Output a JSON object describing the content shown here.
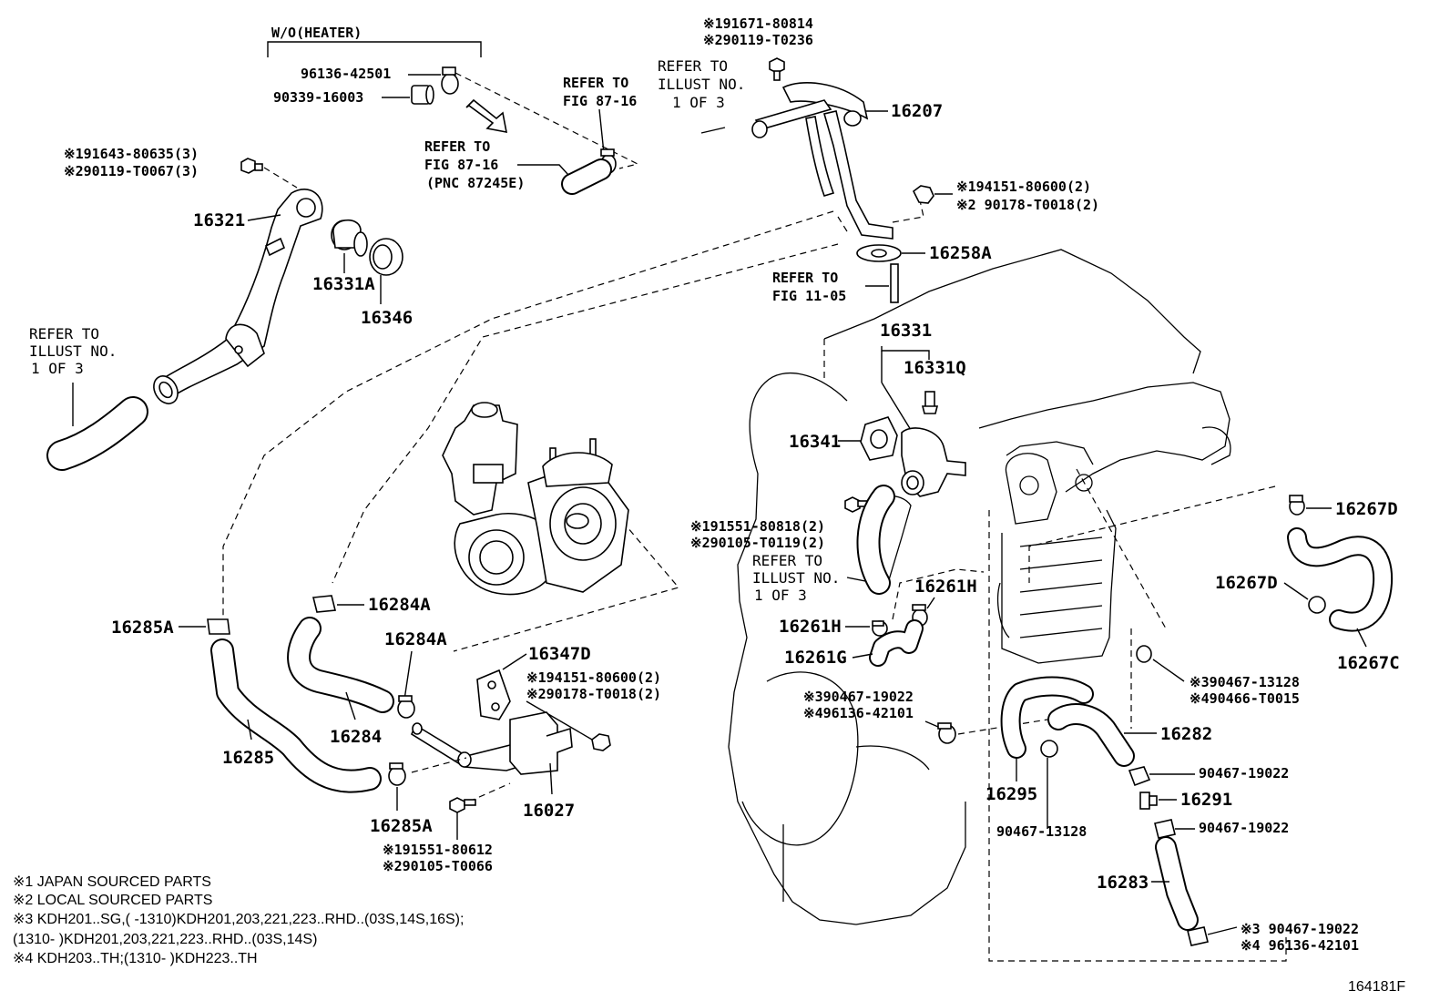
{
  "labels": {
    "wo_heater": "W/O(HEATER)",
    "p96136_42501": "96136-42501",
    "p90339_16003": "90339-16003",
    "refer_fig8716_a_line1": "REFER TO",
    "refer_fig8716_a_line2": "FIG 87-16",
    "refer_illust_top_line1": "REFER TO",
    "refer_illust_top_line2": "ILLUST NO.",
    "refer_illust_top_line3": "1 OF 3",
    "refer_fig8716_b_line1": "REFER TO",
    "refer_fig8716_b_line2": "FIG 87-16",
    "refer_fig8716_b_line3": "(PNC 87245E)",
    "c1_191671": "※191671-80814",
    "c2_290119_t0236": "※290119-T0236",
    "p16207": "16207",
    "c1_191643": "※191643-80635(3)",
    "c2_290119_t0067": "※290119-T0067(3)",
    "p16321": "16321",
    "p16331a": "16331A",
    "p16346": "16346",
    "c1_194151_top": "※194151-80600(2)",
    "c2_290178_top": "※2 90178-T0018(2)",
    "p16258a": "16258A",
    "refer_fig1105_line1": "REFER TO",
    "refer_fig1105_line2": "FIG 11-05",
    "refer_illust_left_line1": "REFER TO",
    "refer_illust_left_line2": "ILLUST NO.",
    "refer_illust_left_line3": "1 OF 3",
    "p16331": "16331",
    "p16331q": "16331Q",
    "p16341": "16341",
    "c1_191551_80818": "※191551-80818(2)",
    "c2_290105_t0119": "※290105-T0119(2)",
    "refer_illust_mid_line1": "REFER TO",
    "refer_illust_mid_line2": "ILLUST NO.",
    "refer_illust_mid_line3": "1 OF 3",
    "p16267d_a": "16267D",
    "p16267d_b": "16267D",
    "p16267c": "16267C",
    "p16261h_a": "16261H",
    "p16261h_b": "16261H",
    "p16261g": "16261G",
    "p16285a_a": "16285A",
    "p16284a_a": "16284A",
    "p16284a_b": "16284A",
    "p16347d": "16347D",
    "c1_194151_mid": "※194151-80600(2)",
    "c2_290178_mid": "※290178-T0018(2)",
    "p16285": "16285",
    "p16284": "16284",
    "p16027": "16027",
    "p16285a_b": "16285A",
    "c1_191551_80612": "※191551-80612",
    "c2_290105_t0066": "※290105-T0066",
    "c3_390467_19022_mid": "※390467-19022",
    "c4_496136_42101_mid": "※496136-42101",
    "c3_390467_13128": "※390467-13128",
    "c4_490466_t0015": "※490466-T0015",
    "p16282": "16282",
    "p90467_19022_a": "90467-19022",
    "p16291": "16291",
    "p16295": "16295",
    "p90467_13128": "90467-13128",
    "p90467_19022_b": "90467-19022",
    "p16283": "16283",
    "c3_390467_19022_bot": "※3 90467-19022",
    "c4_496136_42101_bot": "※4 96136-42101",
    "diagram_id": "164181F"
  },
  "footnotes": [
    "※1 JAPAN SOURCED PARTS",
    "※2 LOCAL SOURCED PARTS",
    "※3 KDH201..SG,(        -1310)KDH201,203,221,223..RHD..(03S,14S,16S);",
    "(1310-        )KDH201,203,221,223..RHD..(03S,14S)",
    "※4 KDH203..TH;(1310-        )KDH223..TH"
  ]
}
